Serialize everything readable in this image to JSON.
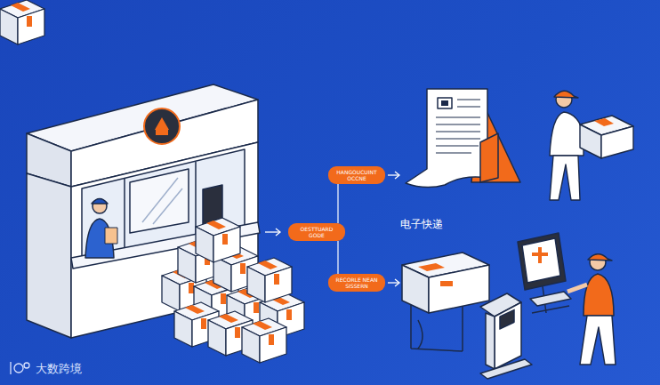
{
  "diagram": {
    "nodes": [
      {
        "text": [
          "HANGOUCUINT OCCNE"
        ]
      },
      {
        "text": [
          "OESTTUARD GODE"
        ]
      },
      {
        "text": [
          "RECORLE NEAN SISSERN"
        ]
      }
    ],
    "edges": [
      {
        "from": 1,
        "to": 0,
        "arrow": "none"
      },
      {
        "from": 1,
        "to": 2,
        "arrow": "none"
      }
    ],
    "labels": [
      "电子快递",
      "大数跨境"
    ]
  }
}
